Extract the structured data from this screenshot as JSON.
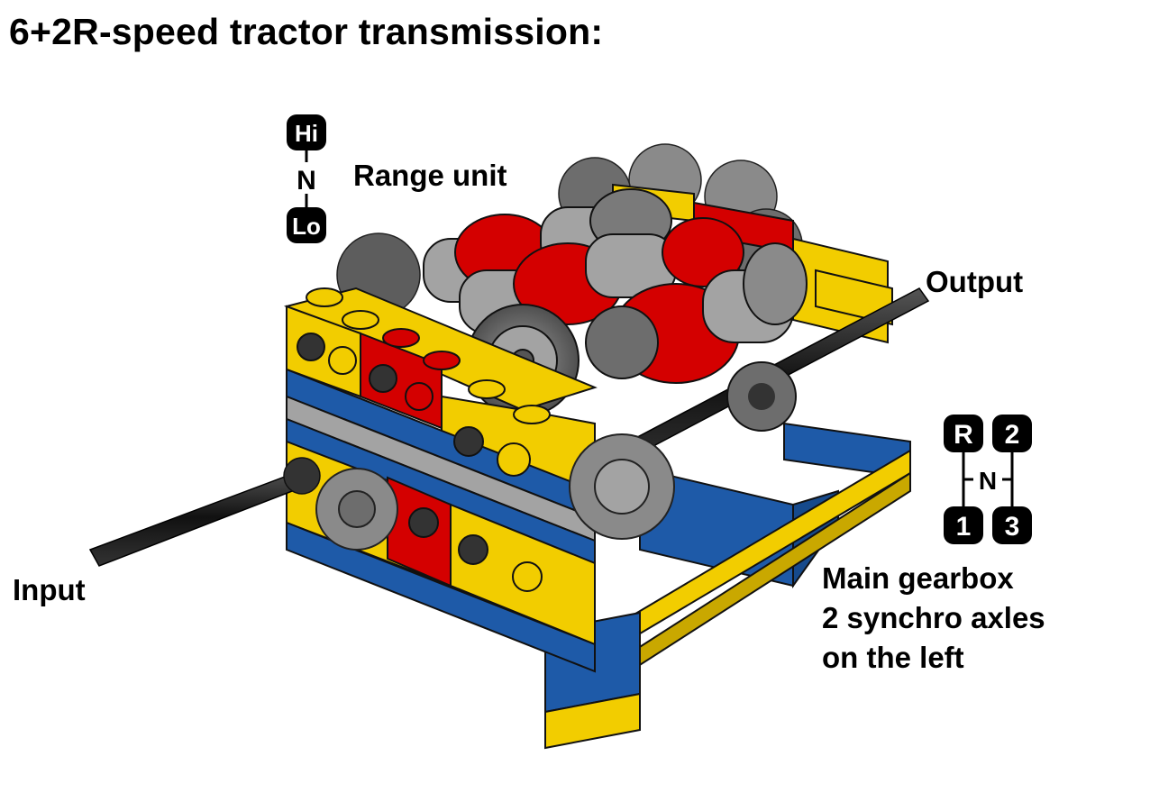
{
  "title": "6+2R-speed tractor transmission:",
  "range_unit": {
    "label": "Range unit",
    "shift_pattern": {
      "top": "Hi",
      "middle": "N",
      "bottom": "Lo"
    }
  },
  "output_label": "Output",
  "input_label": "Input",
  "main_gearbox": {
    "lines": [
      "Main gearbox",
      "2 synchro axles",
      "on the left"
    ],
    "shift_pattern": {
      "top_left": "R",
      "top_right": "2",
      "middle": "N",
      "bottom_left": "1",
      "bottom_right": "3"
    }
  },
  "colors": {
    "yellow": "#F2CD00",
    "red": "#D40000",
    "blue": "#1E5AA8",
    "dark_gray": "#595959",
    "light_gray": "#A3A3A3",
    "black_axle": "#1C1C1C"
  }
}
